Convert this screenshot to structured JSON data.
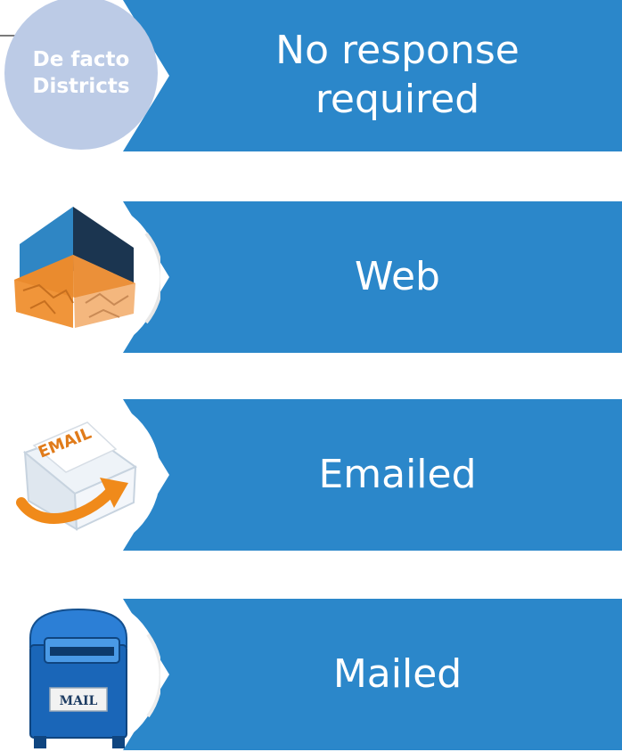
{
  "header": {
    "title_fragment": "S"
  },
  "steps": [
    {
      "badge_line1": "De facto",
      "badge_line2": "Districts",
      "label_line1": "No response",
      "label_line2": "required",
      "icon": "badge-circle"
    },
    {
      "label": "Web",
      "icon": "cube-map-icon"
    },
    {
      "label": "Emailed",
      "icon": "email-envelope-icon",
      "icon_text": "EMAIL"
    },
    {
      "label": "Mailed",
      "icon": "mailbox-icon",
      "icon_text": "MAIL"
    }
  ],
  "colors": {
    "banner": "#2b87ca",
    "badge": "#bccbe6",
    "cube_orange": "#f0953a",
    "cube_dark": "#1b3550",
    "cube_blue": "#2f86c4",
    "mailbox_blue": "#1a66b8",
    "arrow_orange": "#f08a1a"
  }
}
